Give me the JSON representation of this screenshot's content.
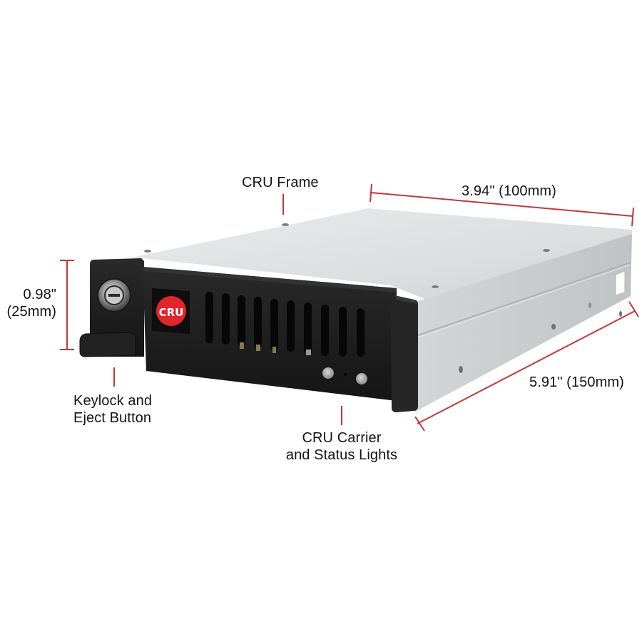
{
  "product": {
    "brand_badge": "CRU",
    "colors": {
      "annotation_line": "#c0393b",
      "frame_top": "#dfe1e2",
      "frame_side": "#c9cccd",
      "carrier_black": "#1c1c1c",
      "badge_red": "#e0262b",
      "text": "#141414",
      "background": "#ffffff"
    }
  },
  "annotations": {
    "frame": {
      "text": "CRU Frame"
    },
    "width": {
      "text": "3.94\" (100mm)"
    },
    "height": {
      "line1": "0.98\"",
      "line2": "(25mm)"
    },
    "keylock": {
      "line1": "Keylock and",
      "line2": "Eject Button"
    },
    "carrier": {
      "line1": "CRU Carrier",
      "line2": "and Status Lights"
    },
    "depth": {
      "text": "5.91\" (150mm)"
    }
  }
}
